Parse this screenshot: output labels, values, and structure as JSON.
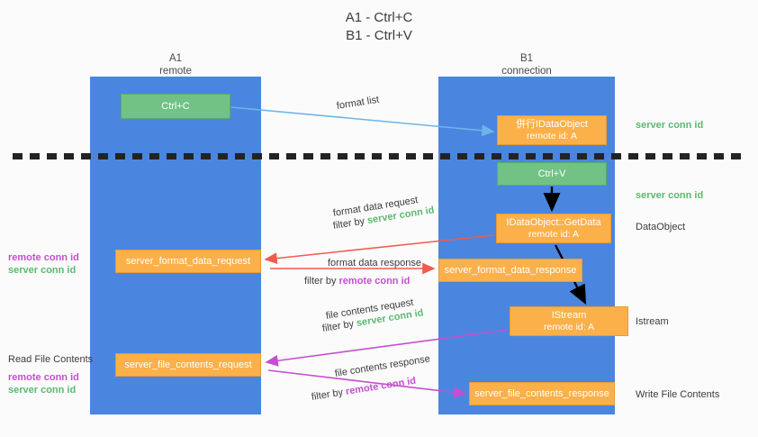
{
  "title": {
    "line1": "A1 - Ctrl+C",
    "line2": "B1 - Ctrl+V"
  },
  "lanes": [
    {
      "name": "A1",
      "subtitle": "remote",
      "color": "#4a86e0"
    },
    {
      "name": "B1",
      "subtitle": "connection",
      "color": "#4a86e0"
    }
  ],
  "colors": {
    "lane": "#4a86e0",
    "green_box": "#72c285",
    "orange_box": "#fbb04a",
    "server_conn_id": "#5cb870",
    "remote_conn_id": "#c44fd0",
    "blue_arrow": "#6cb5e8",
    "red_arrow": "#ef5c4e",
    "magenta_arrow": "#c44fd0",
    "black_arrow": "#000000",
    "separator": "#232323",
    "background": "#fbfbfb"
  },
  "nodes": {
    "ctrl_c": {
      "label": "Ctrl+C",
      "style": "green"
    },
    "idataobject": {
      "label": "併行IDataObject",
      "sub": "remote id: A",
      "style": "orange"
    },
    "ctrl_v": {
      "label": "Ctrl+V",
      "style": "green"
    },
    "getdata": {
      "label": "IDataObject::GetData",
      "sub": "remote id: A",
      "style": "orange"
    },
    "server_format_data_request": {
      "label": "server_format_data_request",
      "style": "orange"
    },
    "server_format_data_response": {
      "label": "server_format_data_response",
      "style": "orange"
    },
    "istream": {
      "label": "IStream",
      "sub": "remote id: A",
      "style": "orange"
    },
    "server_file_contents_request": {
      "label": "server_file_contents_request",
      "style": "orange"
    },
    "server_file_contents_response": {
      "label": "server_file_contents_response",
      "style": "orange"
    }
  },
  "edge_labels": {
    "format_list": "format list",
    "format_data_request": "format data request",
    "format_data_request_filter_prefix": "filter by ",
    "format_data_request_filter_value": "server conn id",
    "format_data_response": "format data response",
    "format_data_response_filter_prefix": "filter by ",
    "format_data_response_filter_value": "remote conn id",
    "file_contents_request": "file contents request",
    "file_contents_request_filter_prefix": "filter by ",
    "file_contents_request_filter_value": "server conn id",
    "file_contents_response": "file contents response",
    "file_contents_response_filter_prefix": "filter by ",
    "file_contents_response_filter_value": "remote conn id"
  },
  "right_labels": {
    "server_conn_id_top": "server conn id",
    "server_conn_id_mid": "server conn id",
    "dataobject": "DataObject",
    "istream": "Istream",
    "write_file_contents": "Write File Contents"
  },
  "left_labels": {
    "remote_conn_id_1": "remote conn id",
    "server_conn_id_1": "server conn id",
    "read_file_contents": "Read File Contents",
    "remote_conn_id_2": "remote conn id",
    "server_conn_id_2": "server conn id"
  }
}
